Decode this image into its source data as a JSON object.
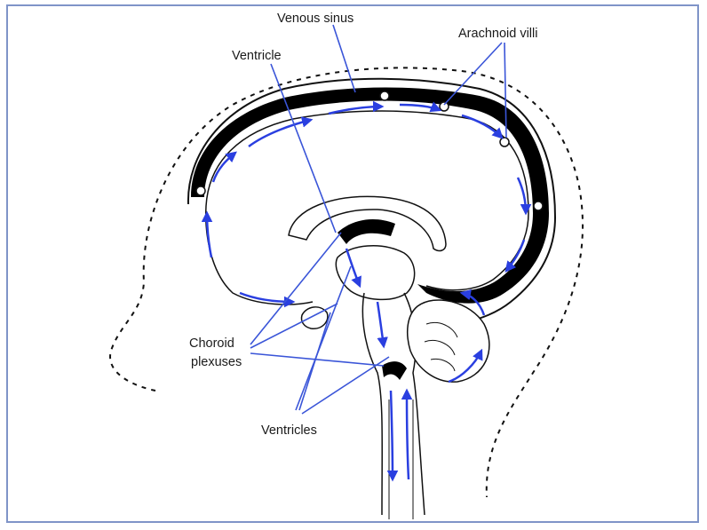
{
  "figure": {
    "labels": {
      "venous_sinus": "Venous sinus",
      "arachnoid_villi": "Arachnoid villi",
      "ventricle": "Ventricle",
      "choroid_line1": "Choroid",
      "choroid_line2": "plexuses",
      "ventricles": "Ventricles"
    },
    "colors": {
      "border": "#7f94c8",
      "leader_lines": "#3a55d8",
      "flow_arrows": "#2a3fe0",
      "outline": "#111111",
      "sinus_fill": "#000000"
    }
  }
}
